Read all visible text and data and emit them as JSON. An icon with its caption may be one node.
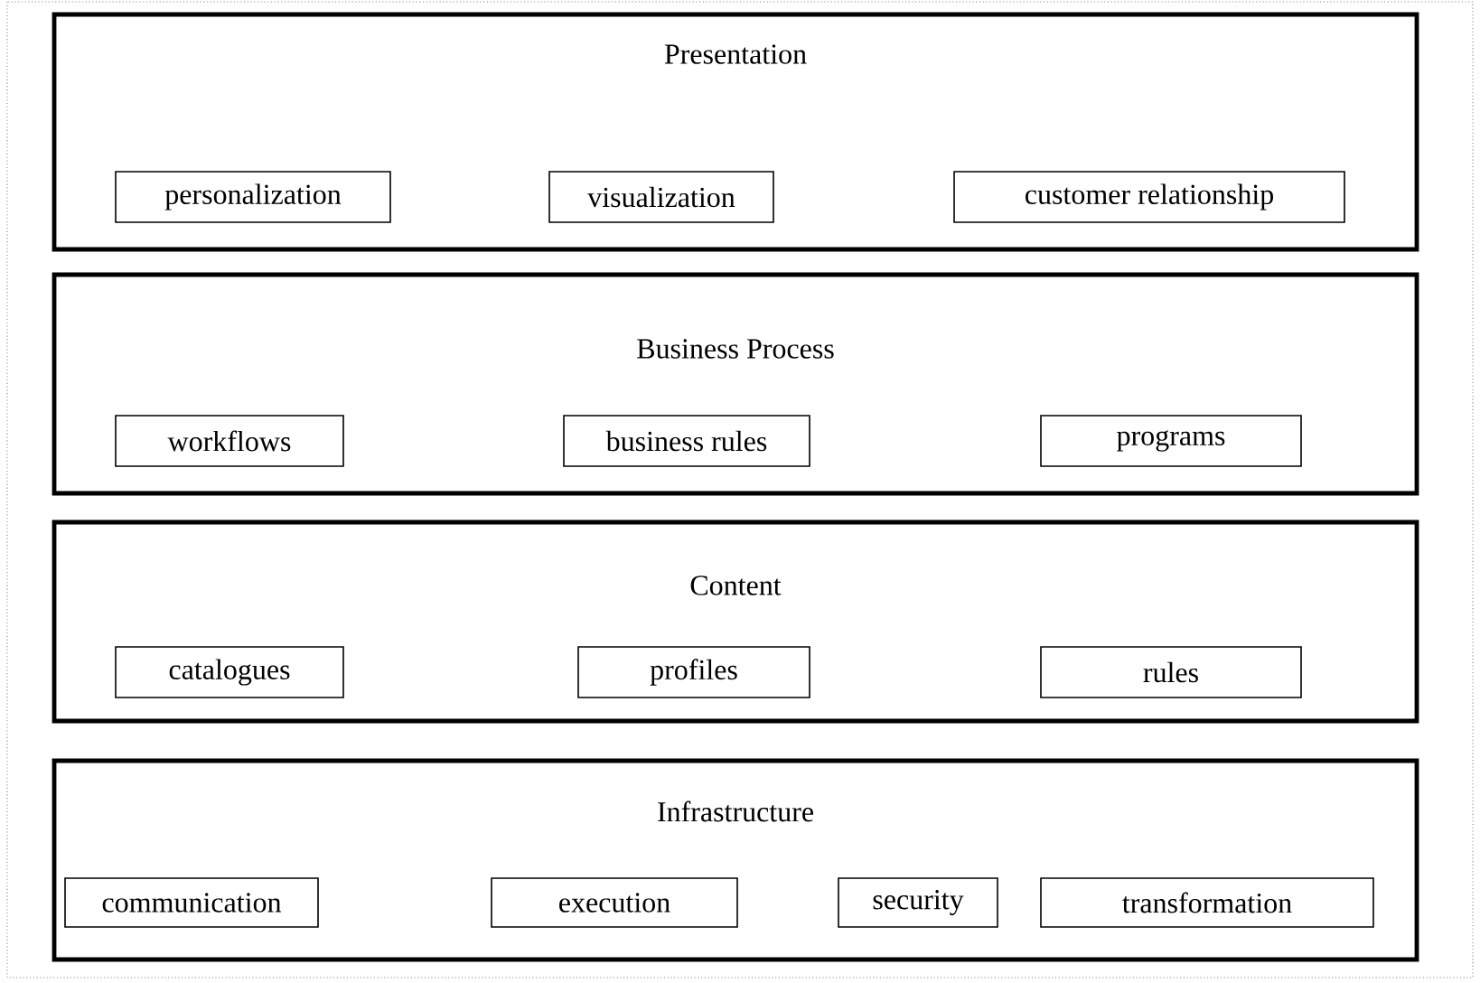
{
  "diagram": {
    "nodes": [
      {
        "text": [
          "Presentation"
        ]
      },
      {
        "text": [
          "personalization"
        ],
        "in": 0
      },
      {
        "text": [
          "visualization"
        ],
        "in": 0
      },
      {
        "text": [
          "customer relationship"
        ],
        "in": 0
      },
      {
        "text": [
          "Business Process"
        ]
      },
      {
        "text": [
          "workflows"
        ],
        "in": 4
      },
      {
        "text": [
          "business rules"
        ],
        "in": 4
      },
      {
        "text": [
          "programs"
        ],
        "in": 4
      },
      {
        "text": [
          "Content"
        ]
      },
      {
        "text": [
          "catalogues"
        ],
        "in": 8
      },
      {
        "text": [
          "profiles"
        ],
        "in": 8
      },
      {
        "text": [
          "rules"
        ],
        "in": 8
      },
      {
        "text": [
          "Infrastructure"
        ]
      },
      {
        "text": [
          "communication"
        ],
        "in": 12
      },
      {
        "text": [
          "execution"
        ],
        "in": 12
      },
      {
        "text": [
          "security"
        ],
        "in": 12
      },
      {
        "text": [
          "transformation"
        ],
        "in": 12
      }
    ]
  }
}
